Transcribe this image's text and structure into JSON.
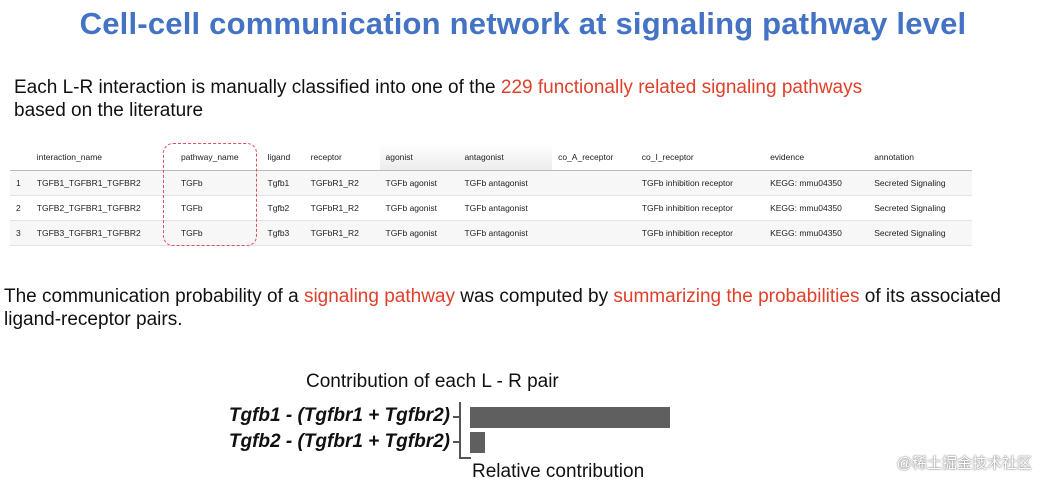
{
  "title": "Cell-cell communication network at signaling pathway level",
  "para1": {
    "pre": "Each L-R interaction is manually classified into one of the ",
    "highlight": "229 functionally related signaling pathways",
    "post": "based on the literature"
  },
  "table": {
    "headers": [
      "",
      "interaction_name",
      "pathway_name",
      "ligand",
      "receptor",
      "agonist",
      "antagonist",
      "co_A_receptor",
      "co_I_receptor",
      "evidence",
      "annotation"
    ],
    "rows": [
      [
        "1",
        "TGFB1_TGFBR1_TGFBR2",
        "TGFb",
        "Tgfb1",
        "TGFbR1_R2",
        "TGFb agonist",
        "TGFb antagonist",
        "",
        "TGFb inhibition receptor",
        "KEGG: mmu04350",
        "Secreted Signaling"
      ],
      [
        "2",
        "TGFB2_TGFBR1_TGFBR2",
        "TGFb",
        "Tgfb2",
        "TGFbR1_R2",
        "TGFb agonist",
        "TGFb antagonist",
        "",
        "TGFb inhibition receptor",
        "KEGG: mmu04350",
        "Secreted Signaling"
      ],
      [
        "3",
        "TGFB3_TGFBR1_TGFBR2",
        "TGFb",
        "Tgfb3",
        "TGFbR1_R2",
        "TGFb agonist",
        "TGFb antagonist",
        "",
        "TGFb inhibition receptor",
        "KEGG: mmu04350",
        "Secreted Signaling"
      ]
    ]
  },
  "para2": {
    "t1": "The communication probability of a ",
    "h1": "signaling pathway",
    "t2": " was computed by ",
    "h2": "summarizing the probabilities",
    "t3": " of its associated ligand-receptor pairs."
  },
  "chart_data": {
    "type": "bar",
    "orientation": "horizontal",
    "title": "Contribution of each L - R pair",
    "xlabel": "Relative contribution",
    "ylabel": "",
    "categories": [
      "Tgfb1 - (Tgfbr1 + Tgfbr2)",
      "Tgfb2 - (Tgfbr1 + Tgfbr2)"
    ],
    "values": [
      0.93,
      0.07
    ],
    "bar_color": "#5f5f5f"
  },
  "watermark": "@稀土掘金技术社区",
  "colors": {
    "title": "#4472c4",
    "highlight": "#e0402a",
    "dashed_box": "#e0505a"
  }
}
